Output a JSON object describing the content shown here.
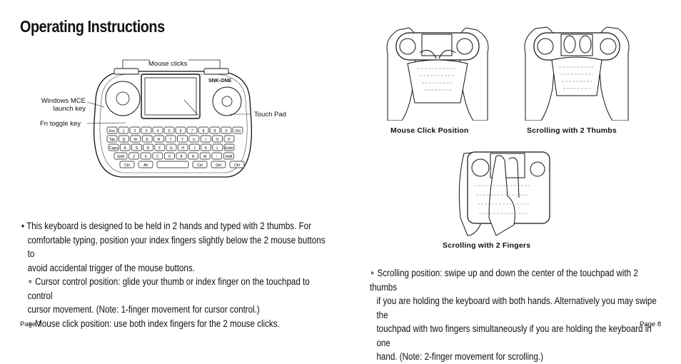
{
  "title": "Operating Instructions",
  "diagram": {
    "callouts": {
      "mouse_clicks": "Mouse clicks",
      "windows_mce_line1": "Windows MCE",
      "windows_mce_line2": "launch key",
      "touch_pad": "Touch Pad",
      "fn_toggle": "Fn toggle key"
    },
    "brand": "SNK-ONE",
    "keys": {
      "row_num": [
        "Esc",
        "1",
        "2",
        "3",
        "4",
        "5",
        "6",
        "7",
        "8",
        "9",
        "0",
        "Del"
      ],
      "row_q": [
        "Tab",
        "Q",
        "W",
        "E",
        "R",
        "T",
        "Y",
        "U",
        "I",
        "O",
        "P"
      ],
      "row_a": [
        "Caps",
        "A",
        "S",
        "D",
        "F",
        "G",
        "H",
        "J",
        "K",
        "L",
        "Enter"
      ],
      "row_z": [
        "Shift",
        "Z",
        "X",
        "C",
        "V",
        "B",
        "N",
        "M",
        "↑",
        "Shift"
      ],
      "row_ctrl": [
        "Ctrl",
        "Alt",
        "",
        "Ctrl",
        "Del",
        "Ctrl"
      ]
    }
  },
  "captions": {
    "mouse_click": "Mouse Click Position",
    "scroll_thumbs": "Scrolling with 2 Thumbs",
    "scroll_fingers": "Scrolling with 2 Fingers"
  },
  "left_text": {
    "p1_line1": "• This keyboard is designed to be held in 2 hands and typed with 2 thumbs.  For",
    "p1_line2": "comfortable typing, position your index fingers slightly below the 2 mouse buttons to",
    "p1_line3": "avoid accidental trigger of the mouse buttons.",
    "p2_line1": "∘ Cursor control position: glide your thumb or index finger on the touchpad to control",
    "p2_line2": "cursor movement.  (Note: 1-finger movement for cursor control.)",
    "p3_line1": "∘ Mouse click position: use both index fingers for the 2 mouse clicks."
  },
  "right_text": {
    "line1": "∘ Scrolling position: swipe up and down the center of the touchpad with 2 thumbs",
    "line2": "if you are holding the keyboard with both hands.  Alternatively you may swipe the",
    "line3": "touchpad with two fingers simultaneously if you are holding the keyboard in one",
    "line4": "hand.  (Note: 2-finger movement for scrolling.)"
  },
  "page_left": "Page 7",
  "page_right": "Page  8"
}
